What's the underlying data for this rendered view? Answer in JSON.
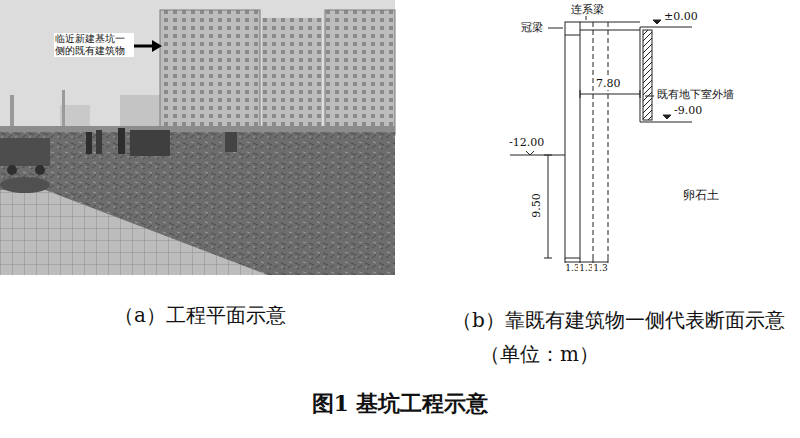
{
  "diagram": {
    "caption": "图1 基坑工程示意",
    "labels": [
      "临近新建基坑一侧的既有建筑物",
      "连系梁",
      "冠梁",
      "±0.00",
      "7.80",
      "既有地下室外墙",
      "-9.00",
      "-12.00",
      "卵石土",
      "9.50",
      "1.3",
      "1.3",
      "1.3",
      "（a）工程平面示意",
      "（b）靠既有建筑物一侧代表断面示意（单位：m）"
    ]
  }
}
